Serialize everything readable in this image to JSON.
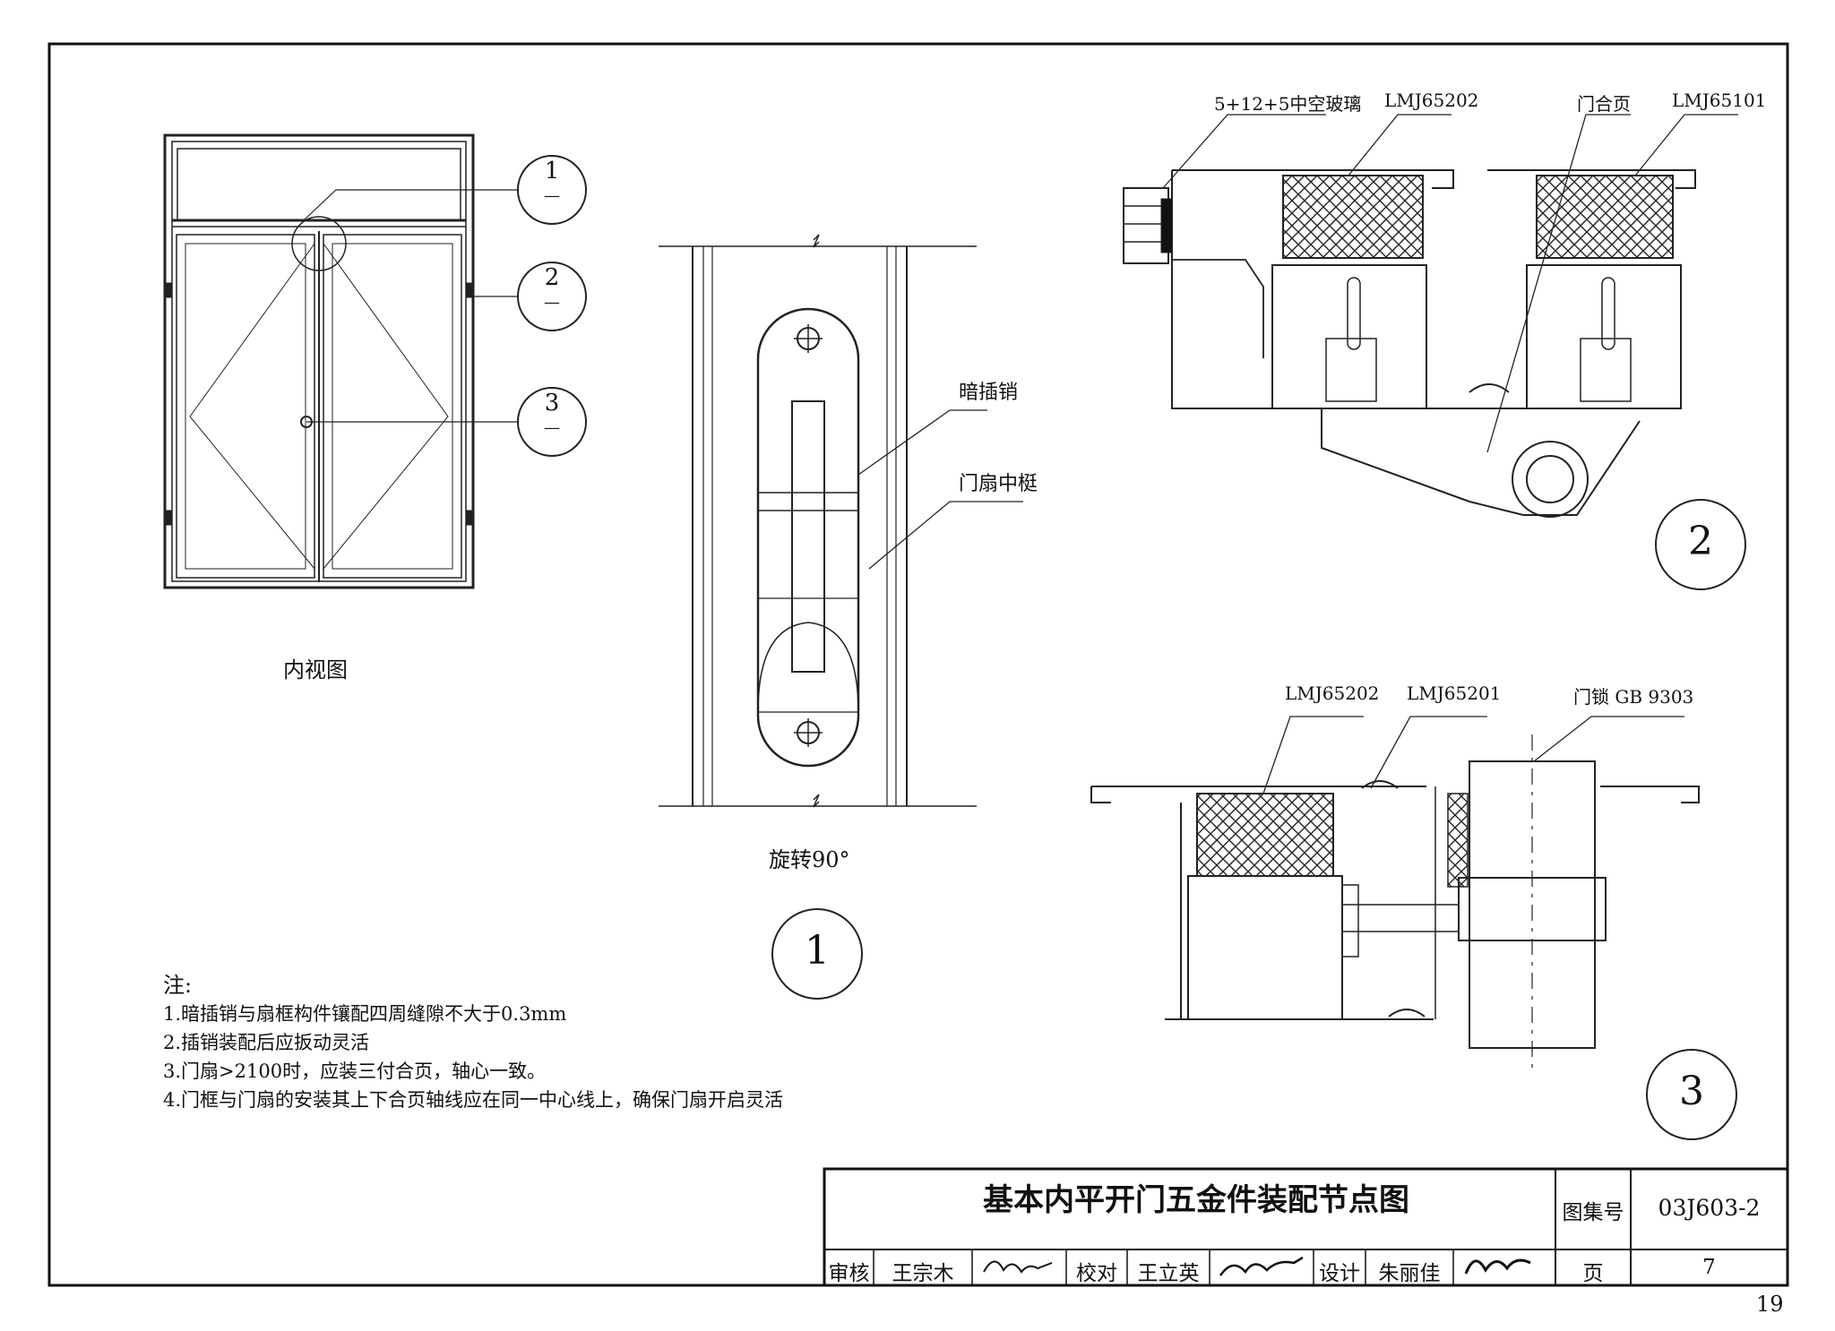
{
  "drawing": {
    "title": "基本内平开门五金件装配节点图",
    "atlas_label": "图集号",
    "atlas_no": "03J603-2",
    "page_label": "页",
    "page_no": "7",
    "sheet_no": "19",
    "review_label": "审核",
    "reviewer": "王宗木",
    "check_label": "校对",
    "checker": "王立英",
    "design_label": "设计",
    "designer": "朱丽佳"
  },
  "elevation": {
    "caption": "内视图",
    "callouts": [
      "1",
      "2",
      "3"
    ],
    "callout_dash": "—"
  },
  "detail1": {
    "label_pin": "暗插销",
    "label_stile": "门扇中梃",
    "note": "旋转90°",
    "number": "1"
  },
  "detail2": {
    "label_glass": "5+12+5中空玻璃",
    "label_profile_a": "LMJ65202",
    "label_hinge": "门合页",
    "label_profile_b": "LMJ65101",
    "number": "2"
  },
  "detail3": {
    "label_profile_a": "LMJ65202",
    "label_profile_b": "LMJ65201",
    "label_lock": "门锁 GB 9303",
    "number": "3"
  },
  "notes": {
    "heading": "注:",
    "items": [
      "1.暗插销与扇框构件镶配四周缝隙不大于0.3mm",
      "2.插销装配后应扳动灵活",
      "3.门扇>2100时，应装三付合页，轴心一致。",
      "4.门框与门扇的安装其上下合页轴线应在同一中心线上，确保门扇开启灵活"
    ]
  }
}
